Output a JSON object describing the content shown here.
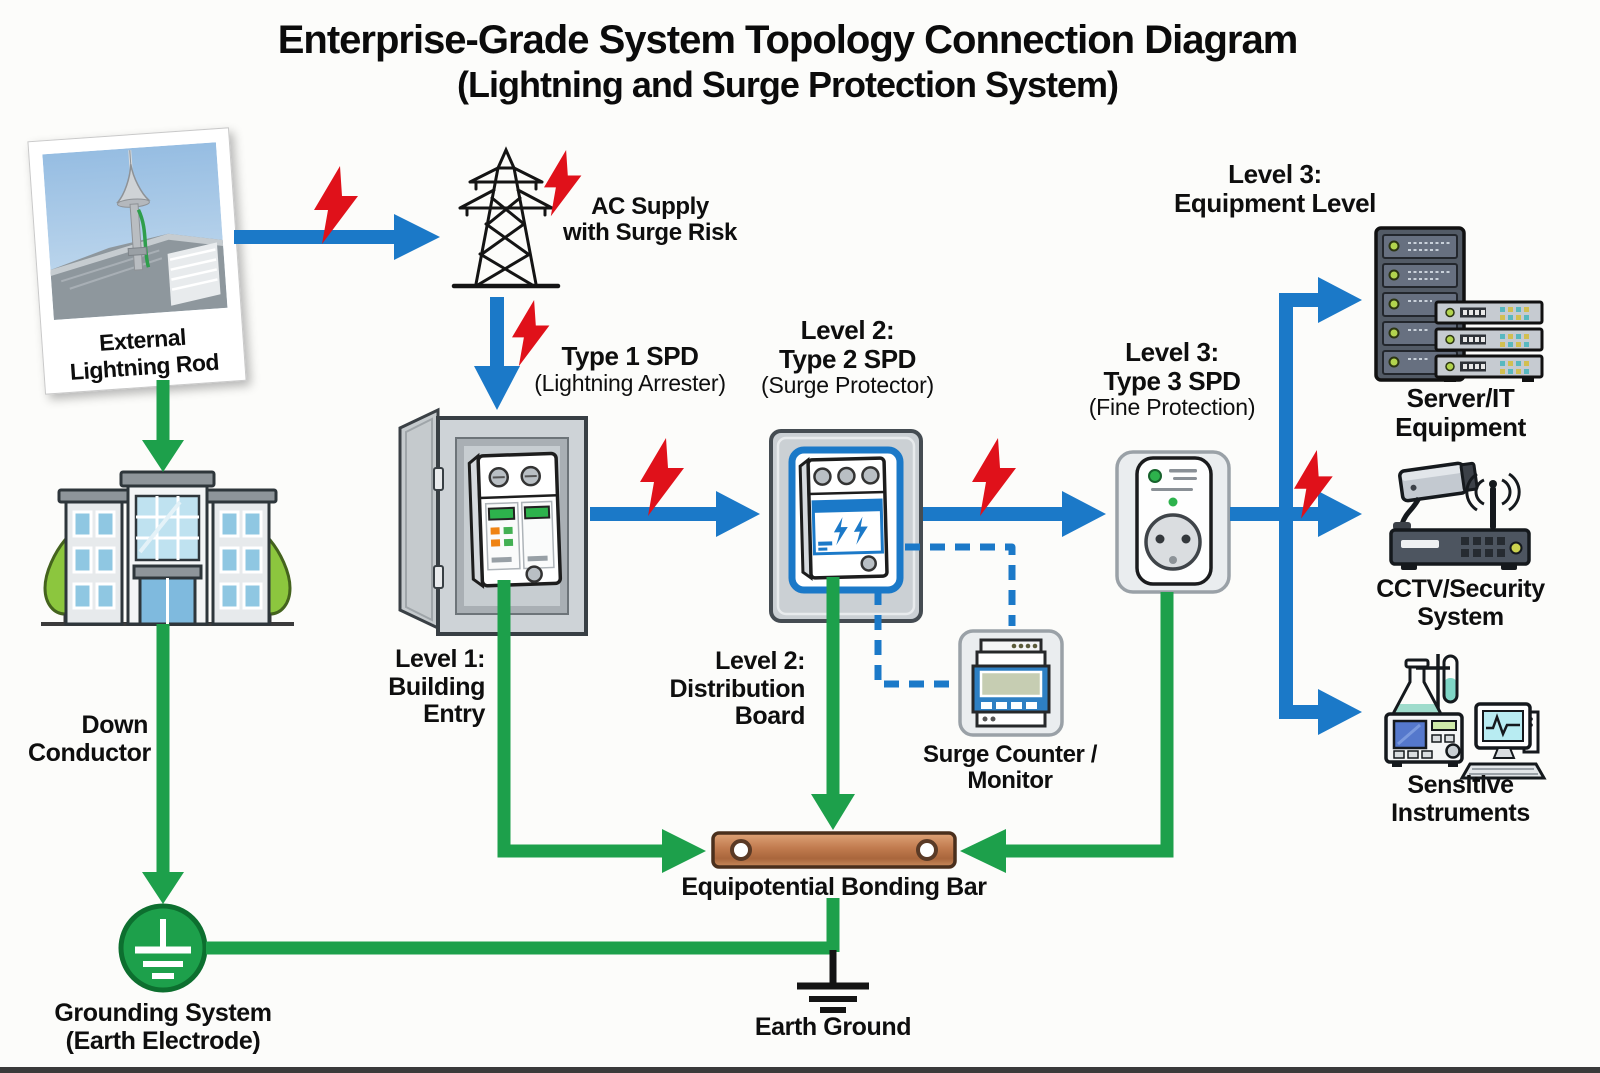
{
  "title": {
    "line1": "Enterprise-Grade System Topology Connection Diagram",
    "line2": "(Lightning and Surge Protection System)"
  },
  "colors": {
    "arrow_blue": "#1b79c8",
    "wire_green": "#1da04b",
    "bolt_red": "#e0111a",
    "copper": "#c07a4e",
    "ground_green": "#1da04b"
  },
  "photo": {
    "caption_line1": "External",
    "caption_line2": "Lightning Rod"
  },
  "ac_supply": {
    "line1": "AC Supply",
    "line2": "with Surge Risk"
  },
  "type1": {
    "title": "Type 1 SPD",
    "subtitle": "(Lightning Arrester)",
    "level_line1": "Level 1:",
    "level_line2": "Building",
    "level_line3": "Entry"
  },
  "type2": {
    "title_line1": "Level 2:",
    "title_line2": "Type 2 SPD",
    "subtitle": "(Surge Protector)",
    "level_line1": "Level 2:",
    "level_line2": "Distribution",
    "level_line3": "Board"
  },
  "type3": {
    "title_line1": "Level 3:",
    "title_line2": "Type 3 SPD",
    "subtitle": "(Fine Protection)"
  },
  "equipment_level": {
    "line1": "Level 3:",
    "line2": "Equipment Level"
  },
  "server": {
    "label": "Server/IT Equipment"
  },
  "cctv": {
    "label": "CCTV/Security System"
  },
  "instruments": {
    "label": "Sensitive Instruments"
  },
  "surge_counter": {
    "line1": "Surge Counter /",
    "line2": "Monitor"
  },
  "down_conductor": {
    "line1": "Down",
    "line2": "Conductor"
  },
  "grounding": {
    "line1": "Grounding System",
    "line2": "(Earth Electrode)"
  },
  "bonding_bar": {
    "label": "Equipotential Bonding Bar"
  },
  "earth_ground": {
    "label": "Earth Ground"
  }
}
